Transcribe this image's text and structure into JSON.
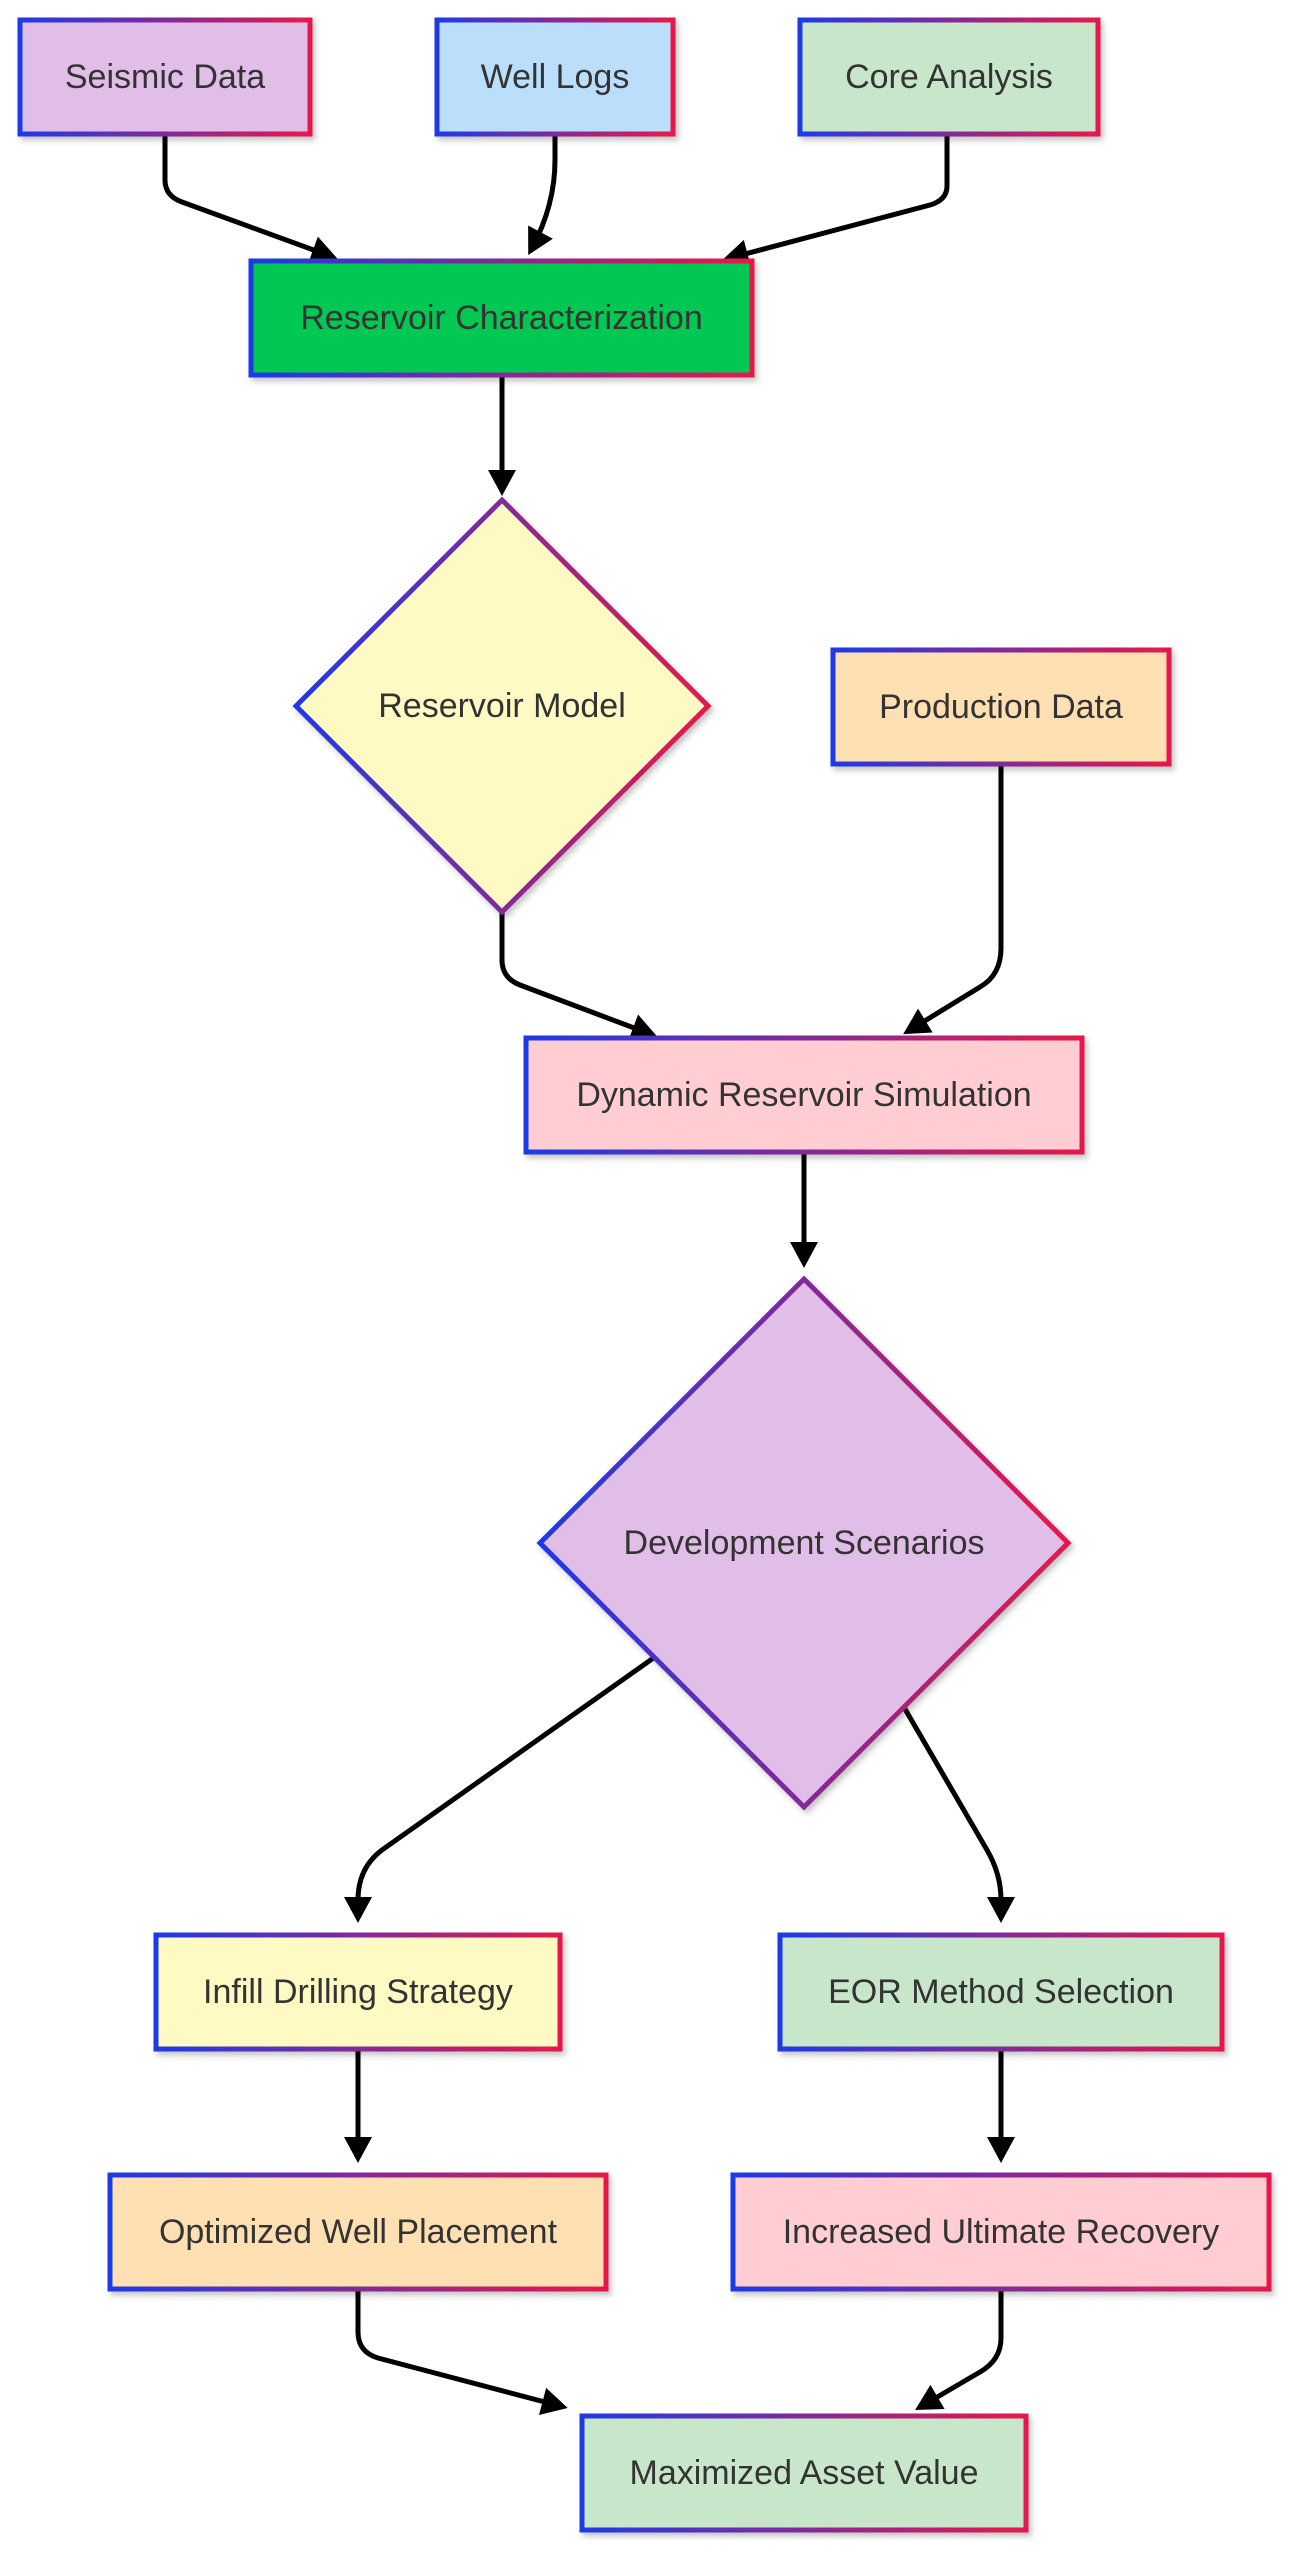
{
  "diagram": {
    "nodes": [
      {
        "id": "seismic",
        "label": "Seismic Data",
        "shape": "rect",
        "fill": "#e1bee7"
      },
      {
        "id": "welllogs",
        "label": "Well Logs",
        "shape": "rect",
        "fill": "#bbdefb"
      },
      {
        "id": "core",
        "label": "Core Analysis",
        "shape": "rect",
        "fill": "#c8e6c9"
      },
      {
        "id": "charac",
        "label": "Reservoir Characterization",
        "shape": "rect",
        "fill": "#00c853"
      },
      {
        "id": "model",
        "label": "Reservoir Model",
        "shape": "diamond",
        "fill": "#fff9c4"
      },
      {
        "id": "prod",
        "label": "Production Data",
        "shape": "rect",
        "fill": "#ffe0b2"
      },
      {
        "id": "sim",
        "label": "Dynamic Reservoir Simulation",
        "shape": "rect",
        "fill": "#ffcdd2"
      },
      {
        "id": "dev",
        "label": "Development Scenarios",
        "shape": "diamond",
        "fill": "#e1bee7"
      },
      {
        "id": "infill",
        "label": "Infill Drilling Strategy",
        "shape": "rect",
        "fill": "#fff9c4"
      },
      {
        "id": "eor",
        "label": "EOR Method Selection",
        "shape": "rect",
        "fill": "#c8e6c9"
      },
      {
        "id": "placement",
        "label": "Optimized Well Placement",
        "shape": "rect",
        "fill": "#ffe0b2"
      },
      {
        "id": "recovery",
        "label": "Increased Ultimate Recovery",
        "shape": "rect",
        "fill": "#ffcdd2"
      },
      {
        "id": "value",
        "label": "Maximized Asset Value",
        "shape": "rect",
        "fill": "#c8e6c9"
      }
    ],
    "edges": [
      {
        "from": "seismic",
        "to": "charac"
      },
      {
        "from": "welllogs",
        "to": "charac"
      },
      {
        "from": "core",
        "to": "charac"
      },
      {
        "from": "charac",
        "to": "model"
      },
      {
        "from": "model",
        "to": "sim"
      },
      {
        "from": "prod",
        "to": "sim"
      },
      {
        "from": "sim",
        "to": "dev"
      },
      {
        "from": "dev",
        "to": "infill"
      },
      {
        "from": "dev",
        "to": "eor"
      },
      {
        "from": "infill",
        "to": "placement"
      },
      {
        "from": "eor",
        "to": "recovery"
      },
      {
        "from": "placement",
        "to": "value"
      },
      {
        "from": "recovery",
        "to": "value"
      }
    ],
    "colors": {
      "border_start": "#1e3ae6",
      "border_end": "#e6194b",
      "edge": "#000000",
      "text": "#333333"
    }
  }
}
